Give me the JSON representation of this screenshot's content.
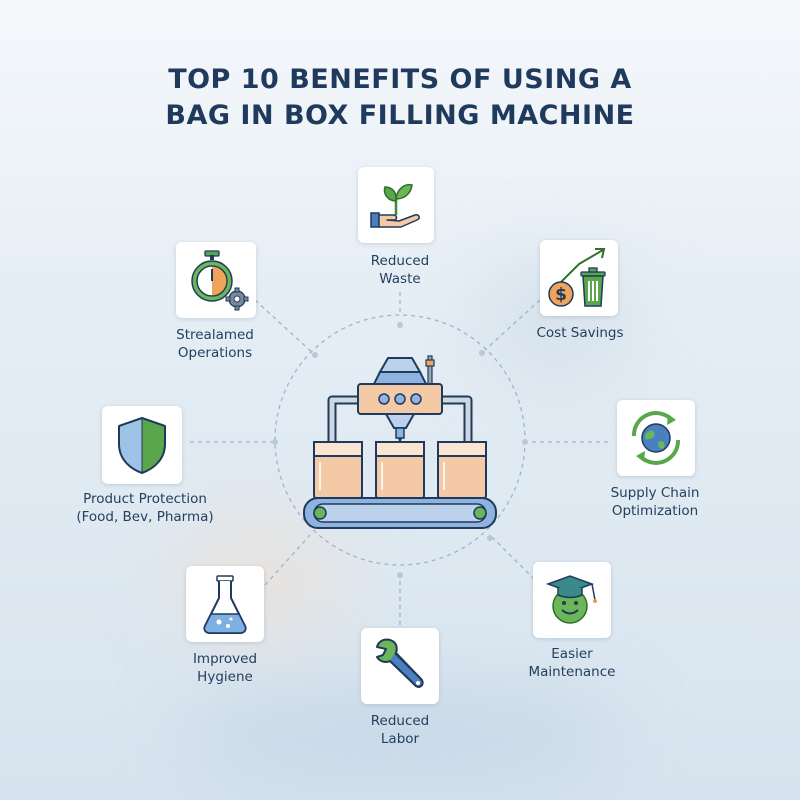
{
  "title": {
    "line1": "TOP 10 BENEFITS OF USING A",
    "line2": "BAG IN BOX FILLING MACHINE"
  },
  "colors": {
    "title": "#1f3a5c",
    "text": "#24405f",
    "green": "#5aa64a",
    "blue": "#4a7fc0",
    "orange": "#e9a070",
    "connector": "#9fb4c8"
  },
  "benefits": [
    {
      "id": "reduced-waste",
      "icon": "hand-plant-icon",
      "lines": [
        "Reduced",
        "Waste"
      ]
    },
    {
      "id": "cost-savings",
      "icon": "dollar-trash-icon",
      "lines": [
        "Cost Savings"
      ]
    },
    {
      "id": "supply-chain",
      "icon": "globe-cycle-icon",
      "lines": [
        "Supply Chain",
        "Optimization"
      ]
    },
    {
      "id": "easier-maintenance",
      "icon": "graduation-smile-icon",
      "lines": [
        "Easier",
        "Maintenance"
      ]
    },
    {
      "id": "reduced-labor",
      "icon": "wrench-icon",
      "lines": [
        "Reduced",
        "Labor"
      ]
    },
    {
      "id": "improved-hygiene",
      "icon": "flask-icon",
      "lines": [
        "Improved",
        "Hygiene"
      ]
    },
    {
      "id": "product-protection",
      "icon": "shield-icon",
      "lines": [
        "Product Protection",
        "(Food, Bev, Pharma)"
      ]
    },
    {
      "id": "streamlined-operations",
      "icon": "stopwatch-gear-icon",
      "lines": [
        "Strealamed",
        "Operations"
      ]
    }
  ],
  "center": {
    "icon": "filling-machine-icon"
  }
}
